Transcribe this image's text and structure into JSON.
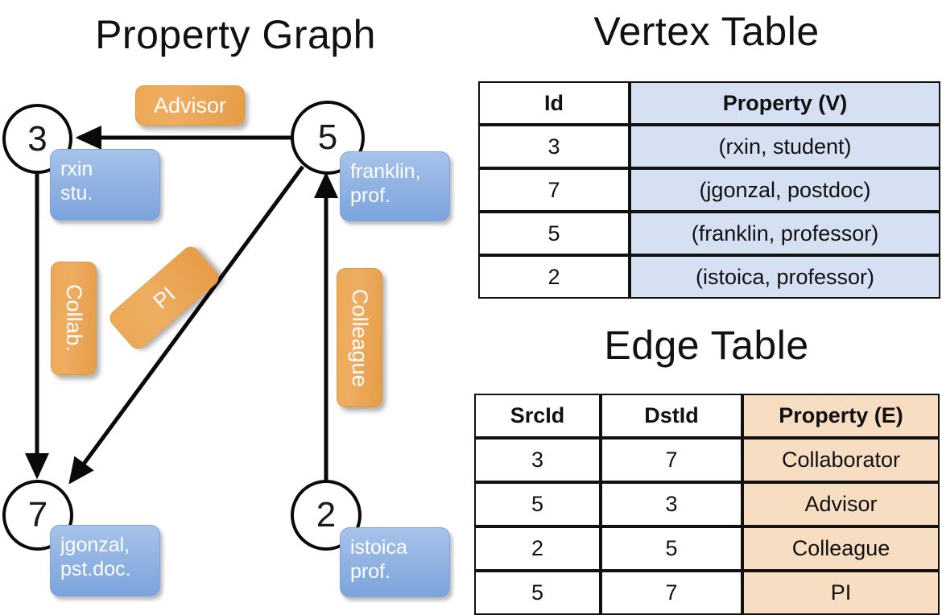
{
  "titles": {
    "graph": "Property Graph",
    "vertex_table": "Vertex Table",
    "edge_table": "Edge Table"
  },
  "colors": {
    "vertex_property_fill": "#d5e0f2",
    "edge_property_fill": "#f7ddc2",
    "vertex_box_fill": "#93b4e3",
    "edge_label_fill": "#eca957",
    "stroke": "#0a0a0a"
  },
  "graph": {
    "nodes": [
      {
        "id": "3",
        "property": "rxin\nstu."
      },
      {
        "id": "5",
        "property": "franklin,\nprof."
      },
      {
        "id": "7",
        "property": "jgonzal,\npst.doc."
      },
      {
        "id": "2",
        "property": "istoica\nprof."
      }
    ],
    "edge_labels": [
      {
        "name": "advisor",
        "label": "Advisor"
      },
      {
        "name": "collab",
        "label": "Collab."
      },
      {
        "name": "pi",
        "label": "PI"
      },
      {
        "name": "colleague",
        "label": "Colleague"
      }
    ]
  },
  "vertex_table": {
    "columns": [
      "Id",
      "Property (V)"
    ],
    "rows": [
      [
        "3",
        "(rxin, student)"
      ],
      [
        "7",
        "(jgonzal, postdoc)"
      ],
      [
        "5",
        "(franklin, professor)"
      ],
      [
        "2",
        "(istoica, professor)"
      ]
    ]
  },
  "edge_table": {
    "columns": [
      "SrcId",
      "DstId",
      "Property (E)"
    ],
    "rows": [
      [
        "3",
        "7",
        "Collaborator"
      ],
      [
        "5",
        "3",
        "Advisor"
      ],
      [
        "2",
        "5",
        "Colleague"
      ],
      [
        "5",
        "7",
        "PI"
      ]
    ]
  },
  "chart_data": {
    "type": "diagram-table",
    "title": "Property Graph / Vertex Table / Edge Table",
    "vertices": [
      {
        "id": 3,
        "name": "rxin",
        "role": "student"
      },
      {
        "id": 7,
        "name": "jgonzal",
        "role": "postdoc"
      },
      {
        "id": 5,
        "name": "franklin",
        "role": "professor"
      },
      {
        "id": 2,
        "name": "istoica",
        "role": "professor"
      }
    ],
    "edges": [
      {
        "src": 3,
        "dst": 7,
        "property": "Collaborator"
      },
      {
        "src": 5,
        "dst": 3,
        "property": "Advisor"
      },
      {
        "src": 2,
        "dst": 5,
        "property": "Colleague"
      },
      {
        "src": 5,
        "dst": 7,
        "property": "PI"
      }
    ]
  }
}
